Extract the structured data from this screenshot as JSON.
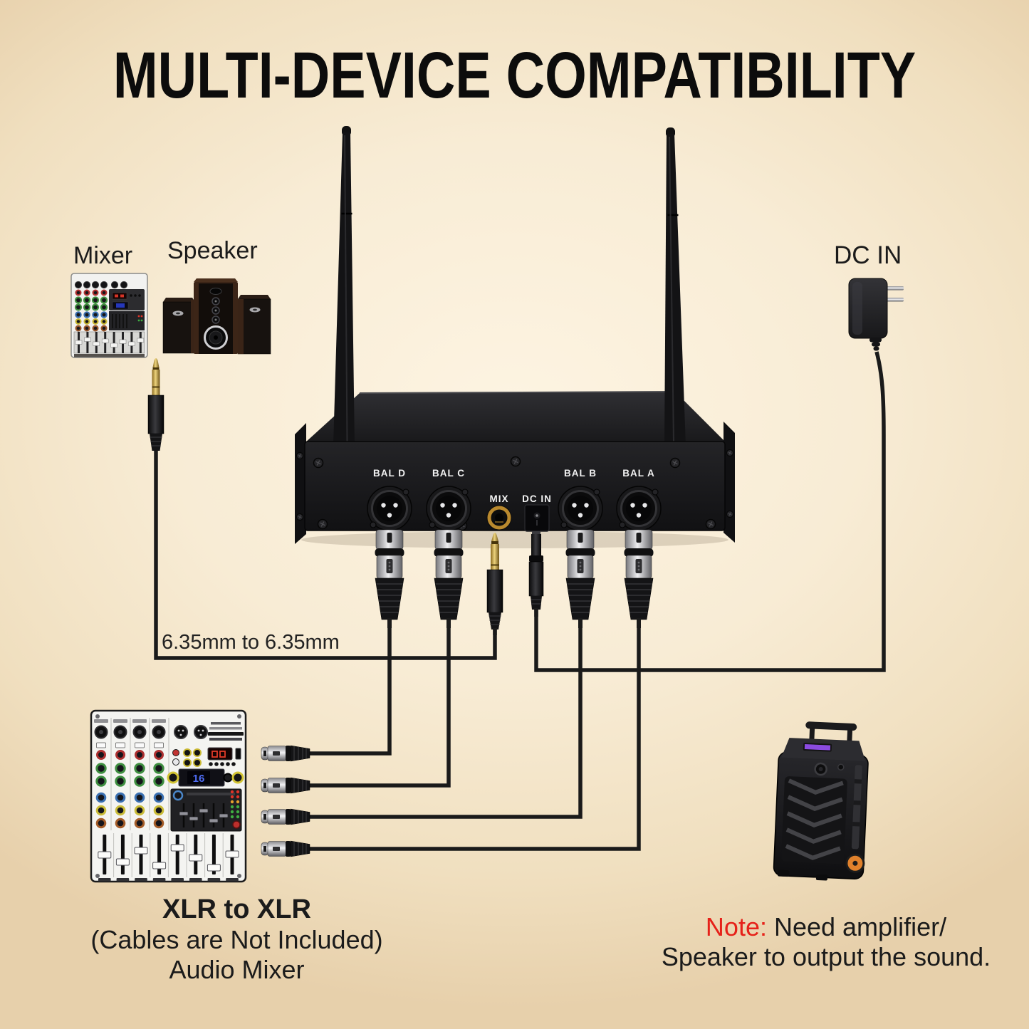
{
  "title": "MULTI-DEVICE COMPATIBILITY",
  "labels": {
    "mixer": "Mixer",
    "speaker": "Speaker",
    "dc_in_top": "DC IN",
    "cable_type": "6.35mm to 6.35mm"
  },
  "receiver": {
    "ports": [
      {
        "label": "BAL D"
      },
      {
        "label": "BAL C"
      },
      {
        "label": "MIX"
      },
      {
        "label": "DC IN"
      },
      {
        "label": "BAL B"
      },
      {
        "label": "BAL A"
      }
    ]
  },
  "audio_mixer": {
    "display_value": "16"
  },
  "captions": {
    "bottom_left_line1": "XLR to XLR",
    "bottom_left_line2": "(Cables are Not Included)",
    "bottom_left_line3": "Audio Mixer"
  },
  "note": {
    "prefix": "Note:",
    "line1_rest": " Need amplifier/",
    "line2": "Speaker to output the sound."
  },
  "colors": {
    "note_prefix": "#e62119",
    "body_text": "#1b1b1b",
    "wire": "#1a1a1a",
    "background_center": "#fcf3e0",
    "background_edge": "#e9d3ae",
    "gold": "#d4af5a",
    "panel_black": "#161618"
  }
}
